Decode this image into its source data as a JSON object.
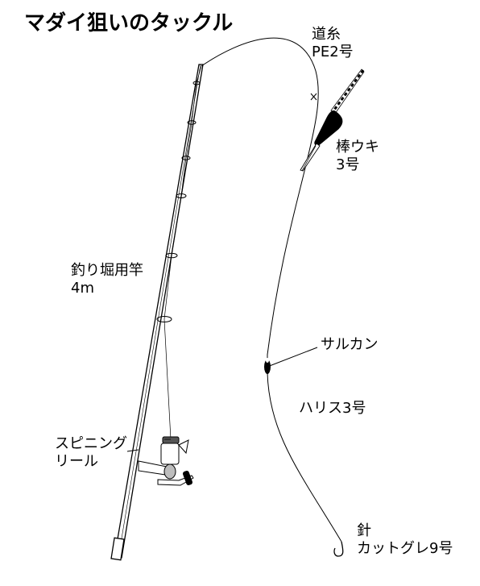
{
  "title": "マダイ狙いのタックル",
  "labels": {
    "line": {
      "l1": "道糸",
      "l2": "PE2号"
    },
    "float": {
      "l1": "棒ウキ",
      "l2": "3号"
    },
    "rod": {
      "l1": "釣り堀用竿",
      "l2": "4m"
    },
    "swivel": {
      "l1": "サルカン"
    },
    "leader": {
      "l1": "ハリス3号"
    },
    "reel": {
      "l1": "スピニング",
      "l2": "リール"
    },
    "hook": {
      "l1": "針",
      "l2": "カットグレ9号"
    }
  },
  "colors": {
    "stroke": "#000000",
    "background": "#ffffff",
    "shade": "#bdbdbd"
  }
}
